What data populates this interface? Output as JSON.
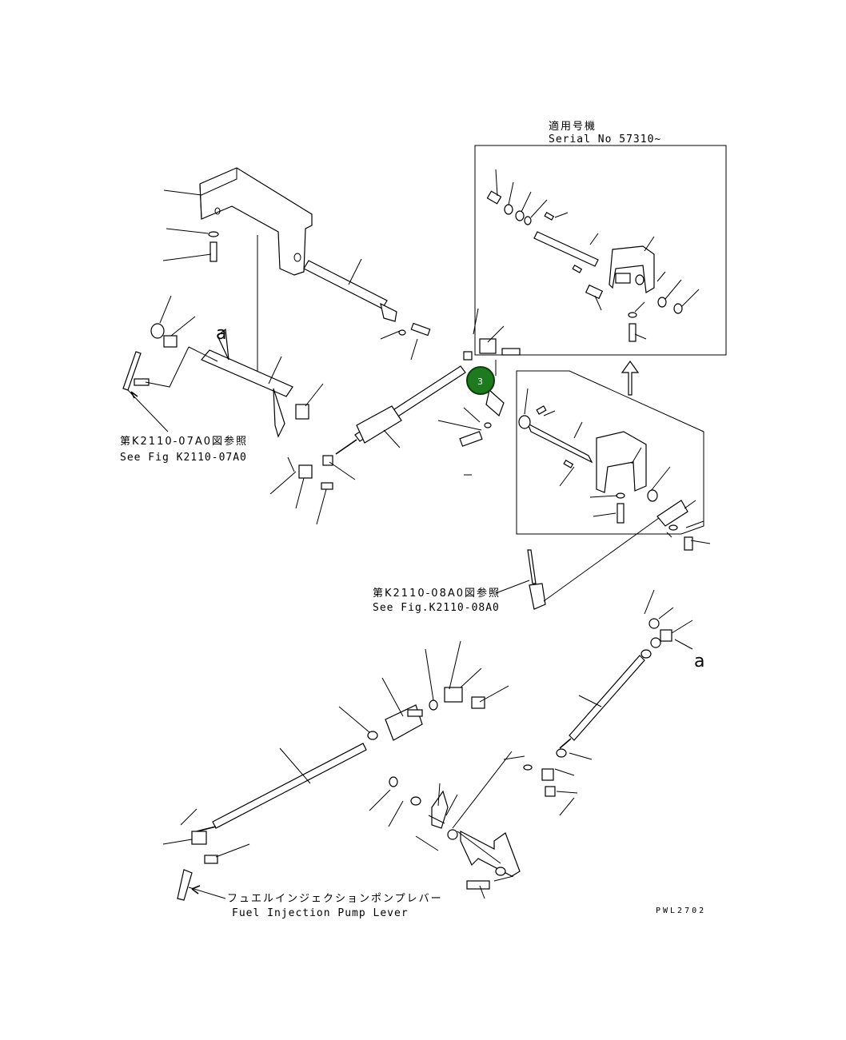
{
  "serial_box": {
    "title_jp": "適用号機",
    "serial": "Serial No 57310~"
  },
  "references": {
    "ref1_jp": "第K2110-07A0図参照",
    "ref1_en": "See Fig K2110-07A0",
    "ref2_jp": "第K2110-08A0図参照",
    "ref2_en": "See Fig.K2110-08A0",
    "pump_jp": "フュエルインジェクションポンプレバー",
    "pump_en": "Fuel Injection Pump Lever"
  },
  "view_letter": "a",
  "drawing_code": "PWL2702",
  "marker": {
    "label": "3",
    "color": "#1e7a1e",
    "border_color": "#0b3d0b"
  }
}
